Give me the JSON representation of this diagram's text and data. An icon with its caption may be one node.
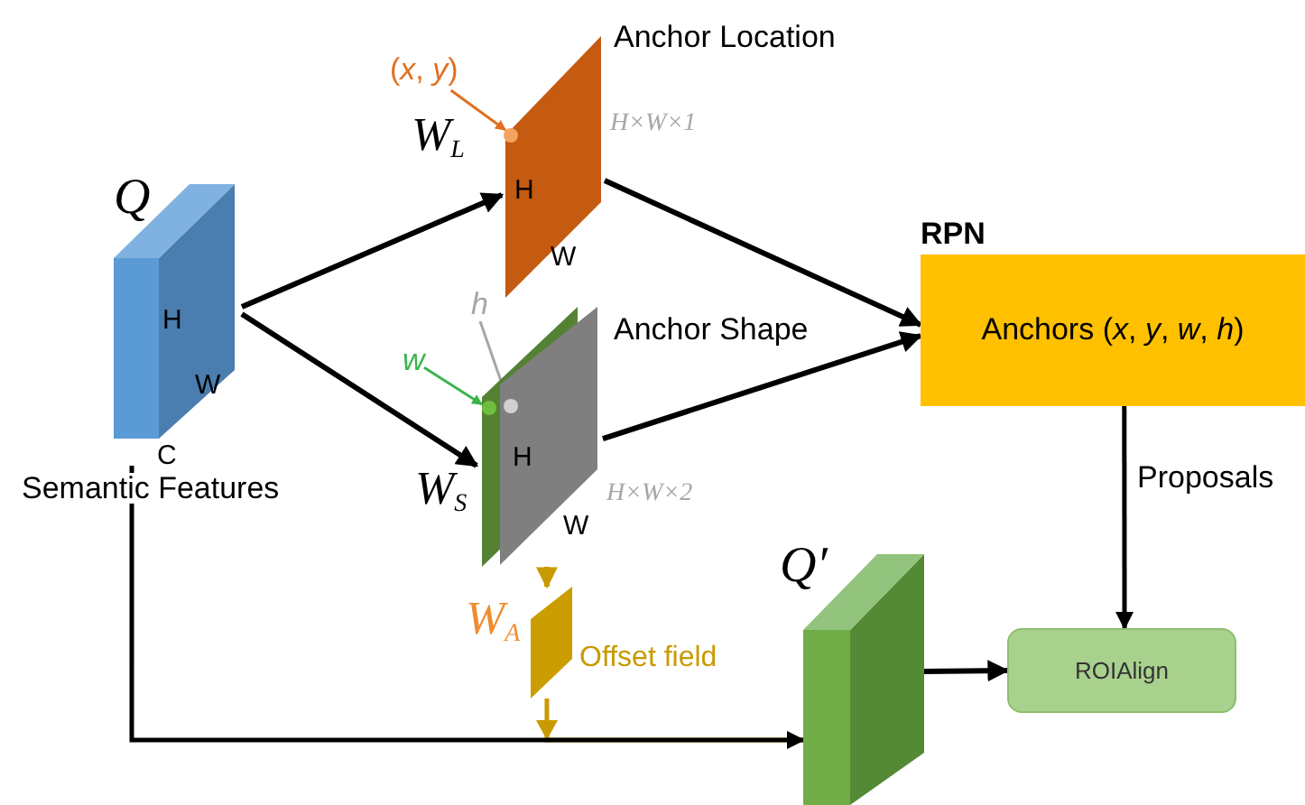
{
  "diagram": {
    "nodes": [
      {
        "text": [
          "Q",
          "H",
          "W",
          "C"
        ],
        "beside": [
          "Semantic Features"
        ]
      },
      {
        "text": [
          "H",
          "W"
        ],
        "beside": [
          "W$_{L}$",
          "Anchor Location",
          "H×W×1"
        ]
      },
      {
        "text": [
          "H",
          "W"
        ],
        "beside": [
          "W$_{S}$",
          "Anchor Shape",
          "H×W×2"
        ]
      },
      {
        "text": [],
        "shape": "parallelogram",
        "beside": [
          "W$_{A}$",
          "Offset field"
        ]
      },
      {
        "text": [
          "Anchors (*x*, *y*, *w*, *h*)"
        ],
        "beside": [
          "RPN"
        ]
      },
      {
        "text": [],
        "shape": "box",
        "beside": [
          "Q′"
        ]
      },
      {
        "text": [
          "ROIAlign"
        ]
      },
      {
        "text": [
          "(*x*, *y*)"
        ]
      },
      {
        "text": [],
        "shape": "circle",
        "in": 1
      },
      {
        "text": [
          "w"
        ]
      },
      {
        "text": [],
        "shape": "circle"
      },
      {
        "text": [
          "h"
        ]
      },
      {
        "text": [],
        "shape": "circle",
        "in": 2
      }
    ],
    "edges": [
      {
        "from": 0,
        "to": 1,
        "arrow": "to"
      },
      {
        "from": 0,
        "to": 2,
        "arrow": "to"
      },
      {
        "from": 1,
        "to": 4,
        "arrow": "to"
      },
      {
        "from": 2,
        "to": 4,
        "arrow": "to"
      },
      {
        "from": 2,
        "to": 3,
        "arrow": "to",
        "color": "#c99a00"
      },
      {
        "from": 3,
        "to": 5,
        "arrow": "to",
        "color": "#c99a00"
      },
      {
        "from": 0,
        "to": 5,
        "arrow": "to"
      },
      {
        "from": 5,
        "to": 6,
        "arrow": "to"
      },
      {
        "from": 4,
        "to": 6,
        "arrow": "to",
        "label": "Proposals"
      },
      {
        "from": 7,
        "to": 8,
        "arrow": "to",
        "color": "#e07020"
      },
      {
        "from": 9,
        "to": 10,
        "arrow": "to",
        "color": "#3cb44b"
      },
      {
        "from": 11,
        "to": 12,
        "arrow": "to",
        "color": "#a6a6a6"
      }
    ]
  }
}
